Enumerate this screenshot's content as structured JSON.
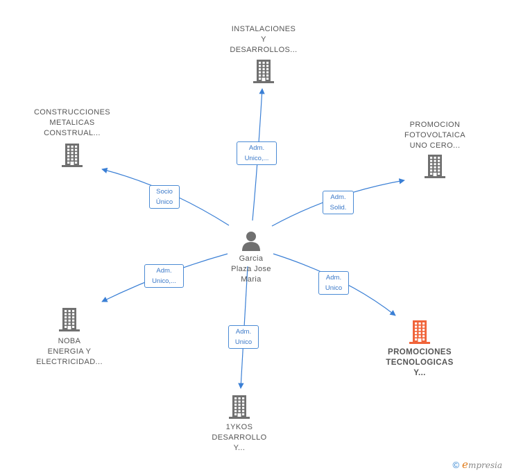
{
  "center": {
    "label_lines": [
      "Garcia",
      "Plaza Jose",
      "Maria"
    ],
    "icon": "person-icon"
  },
  "companies": [
    {
      "id": "instalaciones",
      "label_lines": [
        "INSTALACIONES",
        "Y",
        "DESARROLLOS..."
      ],
      "icon": "building-icon",
      "highlight": false
    },
    {
      "id": "construcciones",
      "label_lines": [
        "CONSTRUCCIONES",
        "METALICAS",
        "CONSTRUAL..."
      ],
      "icon": "building-icon",
      "highlight": false
    },
    {
      "id": "promocion-fotovoltaica",
      "label_lines": [
        "PROMOCION",
        "FOTOVOLTAICA",
        "UNO CERO..."
      ],
      "icon": "building-icon",
      "highlight": false
    },
    {
      "id": "noba",
      "label_lines": [
        "NOBA",
        "ENERGIA Y",
        "ELECTRICIDAD..."
      ],
      "icon": "building-icon",
      "highlight": false
    },
    {
      "id": "promociones-tecnologicas",
      "label_lines": [
        "PROMOCIONES",
        "TECNOLOGICAS",
        "Y..."
      ],
      "icon": "building-icon",
      "highlight": true
    },
    {
      "id": "1ykos",
      "label_lines": [
        "1YKOS",
        "DESARROLLO",
        "Y..."
      ],
      "icon": "building-icon",
      "highlight": false
    }
  ],
  "relations": [
    {
      "to": "instalaciones",
      "label_lines": [
        "Adm.",
        "Unico,..."
      ]
    },
    {
      "to": "construcciones",
      "label_lines": [
        "Socio",
        "Único"
      ]
    },
    {
      "to": "promocion-fotovoltaica",
      "label_lines": [
        "Adm.",
        "Solid."
      ]
    },
    {
      "to": "noba",
      "label_lines": [
        "Adm.",
        "Unico,..."
      ]
    },
    {
      "to": "promociones-tecnologicas",
      "label_lines": [
        "Adm.",
        "Unico"
      ]
    },
    {
      "to": "1ykos",
      "label_lines": [
        "Adm.",
        "Unico"
      ]
    }
  ],
  "colors": {
    "edge": "#3a7fd5",
    "icon_default": "#707070",
    "icon_highlight": "#f0643a",
    "label_text": "#555555"
  },
  "copyright": {
    "symbol": "©",
    "brand_initial": "e",
    "brand_rest": "mpresia"
  }
}
